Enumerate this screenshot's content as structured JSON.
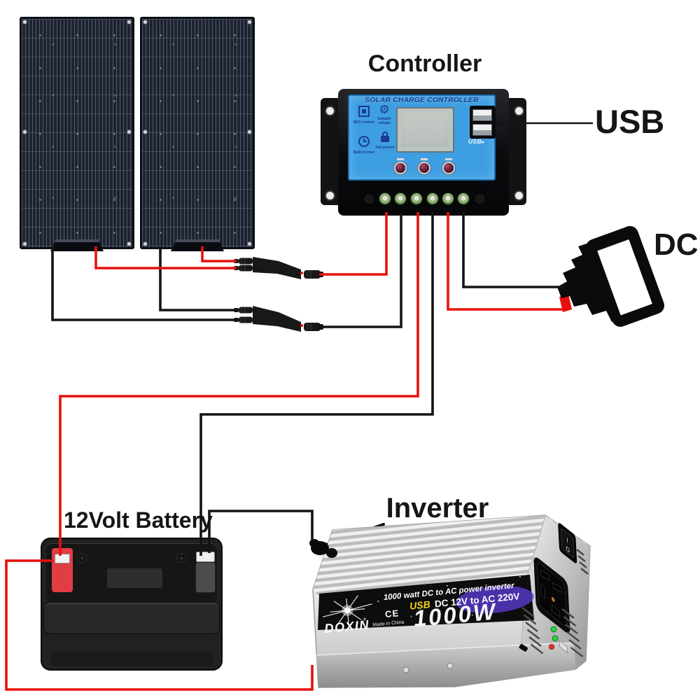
{
  "colors": {
    "wire_positive": "#e8100c",
    "wire_negative": "#141414",
    "controller_face": "#3d9fe2",
    "controller_navy": "#1c3a8e",
    "battery_terminal": "#e23c44",
    "inverter_band": "#0d0d0d",
    "inverter_accent_yellow": "#f5d31c",
    "inverter_glow_purple": "#5b3bd0",
    "led_green": "#2fd03e",
    "led_red": "#e8332a"
  },
  "labels": {
    "controller": "Controller",
    "usb": "USB",
    "dc": "DC",
    "battery": "12Volt Battery",
    "inverter": "Inverter"
  },
  "controller": {
    "title": "SOLAR CHARGE CONTROLLER",
    "features": [
      {
        "label": "MCU control"
      },
      {
        "label": "Settable voltage"
      },
      {
        "label": "Built-in timer"
      },
      {
        "label": "Full protect"
      }
    ],
    "usb_label": "USB"
  },
  "inverter": {
    "line1": "1000 watt DC to AC power inverter",
    "usb_word": "USB",
    "line2": "DC 12V to AC 220V",
    "power": "1000W",
    "brand": "DOXIN",
    "reg_mark": "®",
    "ce": "CE",
    "made_in": "Made  in China",
    "switch_on": "I",
    "switch_off": "O"
  }
}
